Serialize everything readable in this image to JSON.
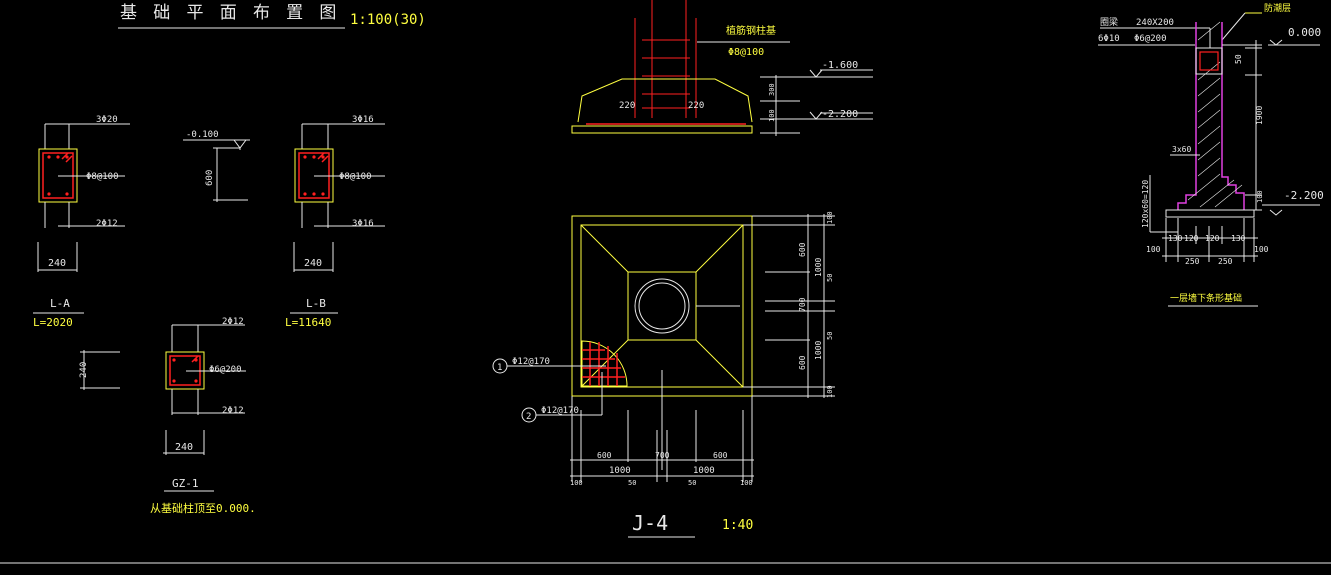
{
  "colors": {
    "background": "#000000",
    "white": "#e8e8e8",
    "yellow": "#ffff40",
    "red": "#ff2020",
    "magenta": "#e040e0"
  },
  "plan": {
    "title": "基 础 平 面 布 置 图",
    "scale": "1:100(30)"
  },
  "beam_a": {
    "top_bar": "3Φ20",
    "stirrup": "Φ8@100",
    "bottom_bar": "2Φ12",
    "width": "240",
    "name": "L-A",
    "length": "L=2020",
    "level": "-0.100",
    "height": "600"
  },
  "beam_b": {
    "top_bar": "3Φ16",
    "stirrup": "Φ8@100",
    "bottom_bar": "3Φ16",
    "width": "240",
    "name": "L-B",
    "length": "L=11640"
  },
  "column_gz": {
    "side_height": "240",
    "top_bar": "2Φ12",
    "stirrup": "Φ6@200",
    "bottom_bar": "2Φ12",
    "width": "240",
    "name": "GZ-1",
    "note": "从基础柱顶至0.000."
  },
  "footing_section": {
    "title": "植筋钢柱基",
    "stirrup": "Φ8@100",
    "dim_left": "220",
    "dim_right": "220",
    "level_top": "-1.600",
    "level_bottom": "-2.200",
    "dim_upper": "300",
    "dim_lower": "100"
  },
  "footing_plan": {
    "right_dims_outer": [
      "100",
      "1000",
      "50",
      "50",
      "1000",
      "100"
    ],
    "right_dims_inner": [
      "600",
      "700",
      "600"
    ],
    "bottom_dims_inner": [
      "600",
      "700",
      "600"
    ],
    "bottom_dims_outer": [
      "1000",
      "1000"
    ],
    "bottom_dims_small": [
      "100",
      "50",
      "50",
      "100"
    ],
    "bar_1_mark": "1",
    "bar_1": "Φ12@170",
    "bar_2_mark": "2",
    "bar_2": "Φ12@170",
    "name": "J-4",
    "scale": "1:40"
  },
  "wall_section": {
    "title_top": "防潮层",
    "beam_label": "圈梁",
    "beam_size": "240X200",
    "beam_bars": "6Φ10",
    "beam_stirrup": "Φ6@200",
    "level_top": "0.000",
    "level_bottom": "-2.200",
    "dim_50": "50",
    "dim_1900": "1900",
    "dim_100": "100",
    "step_note": "3x60",
    "base_note": "120x60=120",
    "bottom_dims_row1": [
      "100",
      "130",
      "120",
      "120",
      "130",
      "100"
    ],
    "bottom_dims_row2": [
      "250",
      "250"
    ],
    "name": "一层墙下条形基础"
  }
}
